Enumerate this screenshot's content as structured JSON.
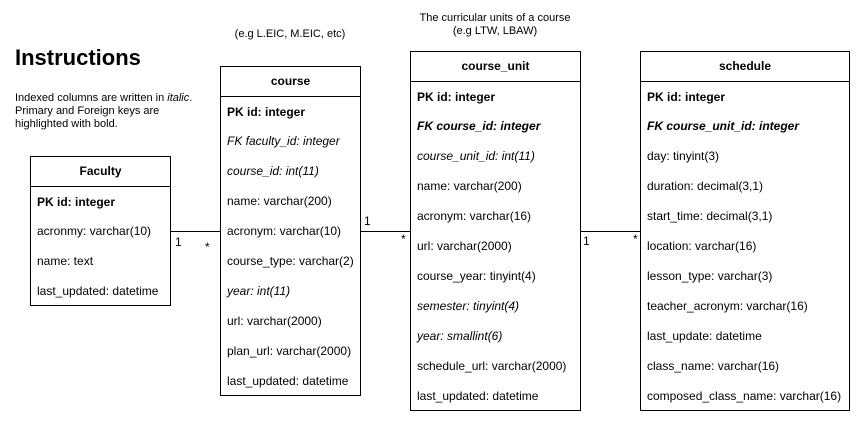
{
  "heading": "Instructions",
  "instructions": {
    "pre": "Indexed columns are written in ",
    "italic": "italic",
    "post": ". Primary and Foreign keys are highlighted with bold."
  },
  "notes": {
    "course": "(e.g L.EIC, M.EIC, etc)",
    "course_unit_line1": "The curricular units of a course",
    "course_unit_line2": "(e.g LTW, LBAW)"
  },
  "tables": {
    "faculty": {
      "title": "Faculty",
      "rows": [
        {
          "text": "PK id: integer",
          "style": "b"
        },
        {
          "text": "acronmy: varchar(10)",
          "style": ""
        },
        {
          "text": "name: text",
          "style": ""
        },
        {
          "text": "last_updated: datetime",
          "style": ""
        }
      ]
    },
    "course": {
      "title": "course",
      "rows": [
        {
          "text": "PK id: integer",
          "style": "b"
        },
        {
          "text": "FK faculty_id: integer",
          "style": "i"
        },
        {
          "text": "course_id: int(11)",
          "style": "i"
        },
        {
          "text": "name: varchar(200)",
          "style": ""
        },
        {
          "text": "acronym: varchar(10)",
          "style": ""
        },
        {
          "text": "course_type: varchar(2)",
          "style": ""
        },
        {
          "text": "year: int(11)",
          "style": "i"
        },
        {
          "text": "url: varchar(2000)",
          "style": ""
        },
        {
          "text": "plan_url: varchar(2000)",
          "style": ""
        },
        {
          "text": "last_updated: datetime",
          "style": ""
        }
      ]
    },
    "course_unit": {
      "title": "course_unit",
      "rows": [
        {
          "text": "PK id: integer",
          "style": "b"
        },
        {
          "text": "FK course_id: integer",
          "style": "bi"
        },
        {
          "text": "course_unit_id: int(11)",
          "style": "i"
        },
        {
          "text": "name: varchar(200)",
          "style": ""
        },
        {
          "text": "acronym: varchar(16)",
          "style": ""
        },
        {
          "text": "url: varchar(2000)",
          "style": ""
        },
        {
          "text": "course_year: tinyint(4)",
          "style": ""
        },
        {
          "text": "semester: tinyint(4)",
          "style": "i"
        },
        {
          "text": "year: smallint(6)",
          "style": "i"
        },
        {
          "text": "schedule_url: varchar(2000)",
          "style": ""
        },
        {
          "text": "last_updated: datetime",
          "style": ""
        }
      ]
    },
    "schedule": {
      "title": "schedule",
      "rows": [
        {
          "text": "PK id: integer",
          "style": "b"
        },
        {
          "text": "FK course_unit_id: integer",
          "style": "bi"
        },
        {
          "text": "day: tinyint(3)",
          "style": ""
        },
        {
          "text": "duration: decimal(3,1)",
          "style": ""
        },
        {
          "text": "start_time: decimal(3,1)",
          "style": ""
        },
        {
          "text": "location: varchar(16)",
          "style": ""
        },
        {
          "text": "lesson_type: varchar(3)",
          "style": ""
        },
        {
          "text": "teacher_acronym: varchar(16)",
          "style": ""
        },
        {
          "text": "last_update: datetime",
          "style": ""
        },
        {
          "text": "class_name: varchar(16)",
          "style": ""
        },
        {
          "text": "composed_class_name: varchar(16)",
          "style": ""
        }
      ]
    }
  },
  "relations": [
    {
      "one": "1",
      "many": "*"
    },
    {
      "one": "1",
      "many": "*"
    },
    {
      "one": "1",
      "many": "*"
    }
  ]
}
